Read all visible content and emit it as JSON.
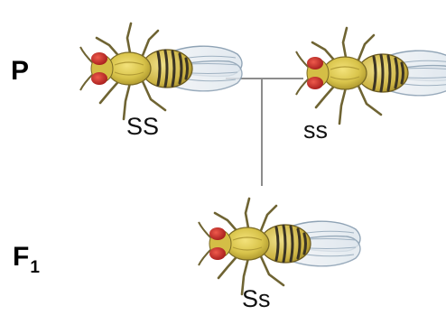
{
  "labels": {
    "parental": "P",
    "filial_letter": "F",
    "filial_subscript": "1"
  },
  "genotypes": {
    "parent1": "SS",
    "parent2": "ss",
    "offspring": "Ss"
  },
  "icons": {
    "fly": "fruit-fly-icon"
  },
  "colors": {
    "cross_line": "#8c8c8c",
    "fly_body": "#d8c34a",
    "fly_eye": "#c8282a",
    "fly_stripes": "#3b3424",
    "fly_wing": "#e6ecf0"
  }
}
